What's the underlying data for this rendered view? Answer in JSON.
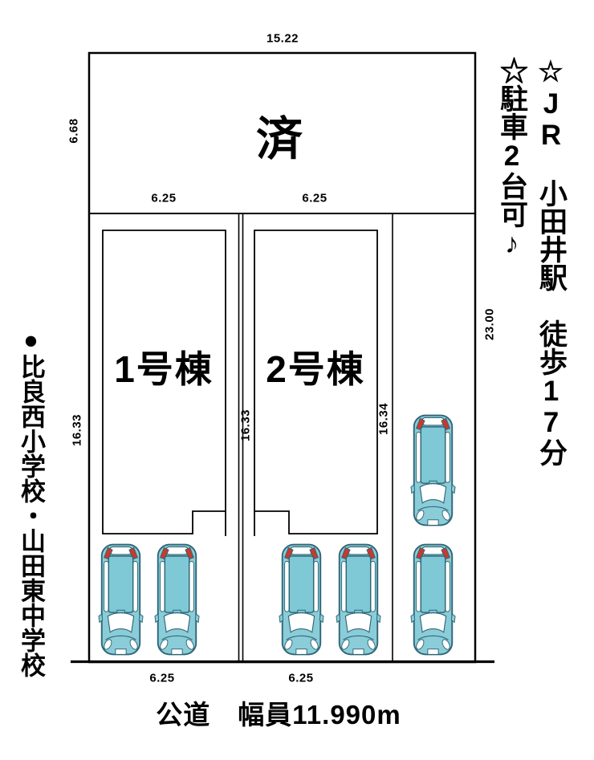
{
  "diagram": {
    "sold_mark": "済",
    "road_label": "公道　幅員11.990m",
    "buildings": [
      {
        "label": "1号棟"
      },
      {
        "label": "2号棟"
      }
    ],
    "dimensions": {
      "site_top_width": "15.22",
      "sold_area_left_depth": "6.68",
      "plot1_top_width": "6.25",
      "plot2_top_width": "6.25",
      "plot1_left_depth": "16.33",
      "plot2_left_depth": "16.33",
      "plot2_right_depth": "16.34",
      "site_right_depth": "23.00",
      "plot1_bottom_width": "6.25",
      "plot2_bottom_width": "6.25"
    },
    "car_count": 6
  },
  "annotations": {
    "schools_note": "●比良西小学校・山田東中学校",
    "station_note": "☆JR　小田井駅　徒歩17分",
    "parking_note": "☆駐車2台可♪"
  },
  "colors": {
    "car_body": "#8ACDD9",
    "car_roof": "#7FC8D6",
    "car_outline": "#2F6676",
    "car_tail_light": "#C9392E",
    "line_color": "#000000"
  }
}
